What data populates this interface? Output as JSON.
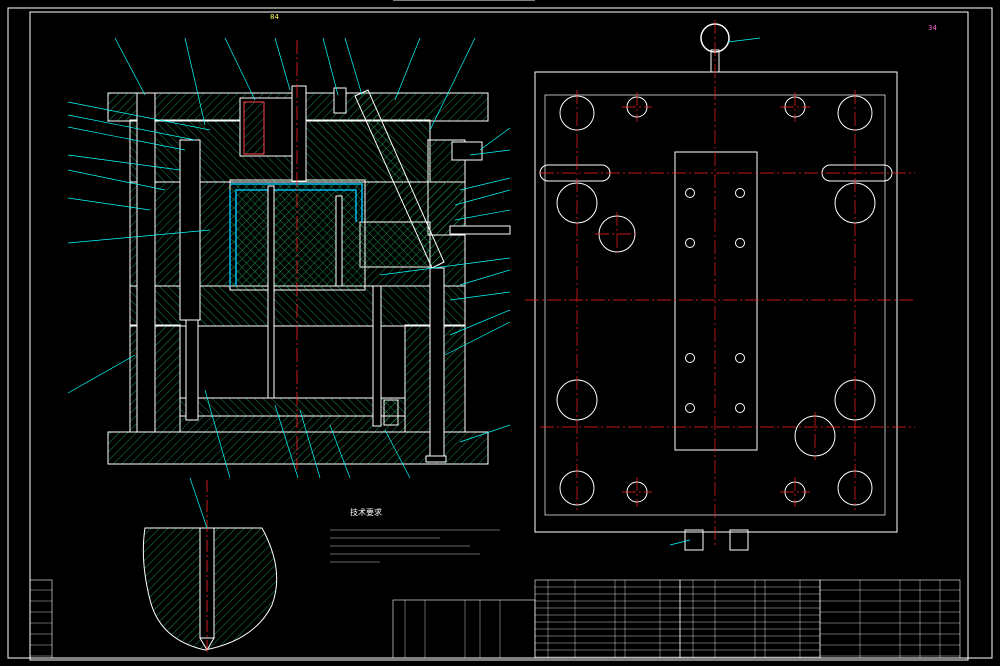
{
  "drawing": {
    "colors": {
      "background": "#000000",
      "outline": "#ffffff",
      "hatch": "#00cc66",
      "centerline": "#ff2222",
      "leader": "#00ffff",
      "label": "#ffff66",
      "parting": "#00bbee"
    },
    "notes": {
      "title": "技术要求"
    },
    "sheet_mark": "34",
    "top_mark": "84"
  }
}
